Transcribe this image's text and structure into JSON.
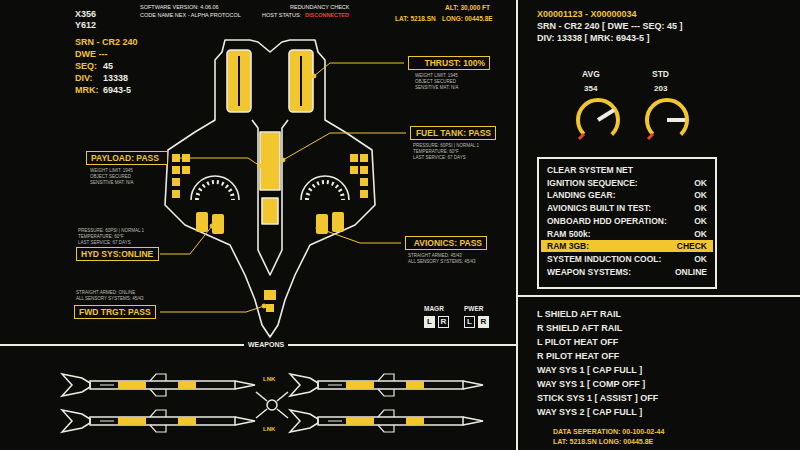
{
  "diagram": {
    "nodes": [
      {
        "text": [
          "THRUST: 100%"
        ]
      },
      {
        "text": [
          "PAYLOAD: PASS"
        ]
      },
      {
        "text": [
          "FUEL TANK: PASS"
        ]
      },
      {
        "text": [
          "AVIONICS: PASS"
        ]
      },
      {
        "text": [
          "HYD SYS:ONLINE"
        ]
      },
      {
        "text": [
          "L"
        ]
      },
      {
        "text": [
          "R"
        ]
      },
      {
        "text": [
          "L"
        ]
      },
      {
        "text": [
          "R"
        ]
      },
      {
        "text": [
          "FWD TRGT: PASS"
        ]
      },
      {
        "text": [
          "CLEAR SYSTEM NET",
          "IGNITION SEQUENCE:",
          "OK",
          "LANDING GEAR:",
          "OK",
          "AVIONICS BUILT IN TEST:",
          "OK",
          "ONBOARD HDD OPERATION:",
          "OK",
          "RAM 500k:",
          "OK",
          "SYSTEM INDUCTION COOL:",
          "OK",
          "WEAPON SYSTEMS:",
          "ONLINE"
        ]
      },
      {
        "text": [
          "RAM 3GB:",
          "CHECK"
        ],
        "in": 10
      }
    ],
    "labels": [
      "X356",
      "Y612",
      "SOFTWARE VERSION: 4.06.06",
      "CODE NAME NEX - ALPHA PROTOCOL",
      "REDUNDANCY CHECK",
      "HOST STATUS:",
      "DISCONNECTED",
      "ALT: 30,000 FT",
      "LAT: 5218.SN",
      "LONG: 00445.8E",
      "SRN - CR2 240",
      "DWE ---",
      "SEQ:",
      "45",
      "DIV:",
      "13338",
      "MRK:",
      "6943-5",
      "WEIGHT LIMIT: 1945",
      "OBJECT SECURED",
      "SENSITIVE MAT: N/A",
      "WEIGHT LIMIT: 1945",
      "OBJECT SECURED",
      "SENSITIVE MAT: N/A",
      "PRESSURE: 60PSI | NORMAL 1",
      "TEMPERATURE: 60°F",
      "LAST SERVICE: 67 DAYS",
      "PRESSURE: 60PSI | NORMAL 1",
      "TEMPERATURE: 60°F",
      "LAST SERVICE: 67 DAYS",
      "STRAIGHT ARMED: 45/43",
      "ALL SENSORY SYSTEMS: 45/43",
      "STRAIGHT ARMED: ONLINE",
      "ALL SENSORY SYSTEMS: 45/43",
      "MAGR",
      "PWER",
      "WEAPONS",
      "LNK",
      "LNK",
      "X00001123 - X00000034",
      "SRN - CR2 240 [ DWE --- SEQ: 45 ]",
      "DIV: 13338 [ MRK: 6943-5 ]",
      "AVG",
      "354",
      "STD",
      "203",
      "L SHIELD AFT RAIL",
      "R SHIELD AFT RAIL",
      "L PILOT HEAT OFF",
      "R PILOT HEAT OFF",
      "WAY SYS 1 [ CAP FULL ]",
      "WAY SYS 1 [ COMP OFF ]",
      "STICK SYS 1 [ ASSIST ] OFF",
      "WAY SYS 2 [ CAP FULL ]",
      "DATA SEPERATION: 00-100-02-44",
      "LAT: 5218.SN LONG: 00445.8E"
    ]
  }
}
